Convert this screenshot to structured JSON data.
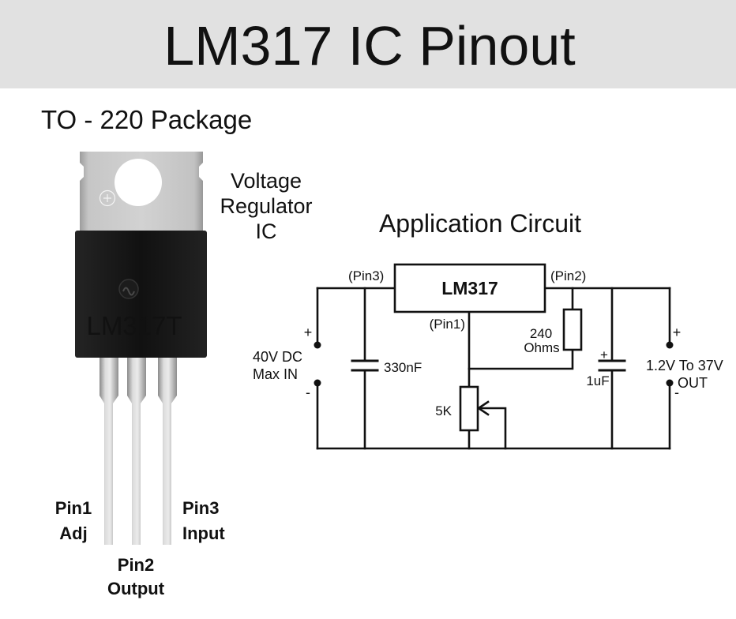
{
  "header": {
    "title": "LM317 IC Pinout"
  },
  "package": {
    "label": "TO - 220 Package",
    "body_marking": "LM317T",
    "description": [
      "Voltage",
      "Regulator",
      "IC"
    ],
    "pins": [
      {
        "number": "Pin1",
        "function": "Adj"
      },
      {
        "number": "Pin2",
        "function": "Output"
      },
      {
        "number": "Pin3",
        "function": "Input"
      }
    ]
  },
  "circuit": {
    "title": "Application Circuit",
    "ic_label": "LM317",
    "pin_labels": {
      "pin3": "(Pin3)",
      "pin2": "(Pin2)",
      "pin1": "(Pin1)"
    },
    "input_capacitor": "330nF",
    "resistor": {
      "value": "240",
      "unit": "Ohms"
    },
    "potentiometer": "5K",
    "output_capacitor": {
      "value": "1uF",
      "polarity": "+"
    },
    "input": {
      "plus": "+",
      "minus": "-",
      "voltage": "40V DC",
      "note": "Max IN"
    },
    "output": {
      "plus": "+",
      "minus": "-",
      "voltage": "1.2V To 37V",
      "note": "OUT"
    }
  },
  "icons": {
    "tab_mark": "circled-plus-icon",
    "logo": "manufacturer-logo-icon"
  },
  "colors": {
    "header_bg": "#e1e1e1",
    "marking_text": "#8c8c8c",
    "wire": "#111111",
    "package_body": "#111111"
  }
}
